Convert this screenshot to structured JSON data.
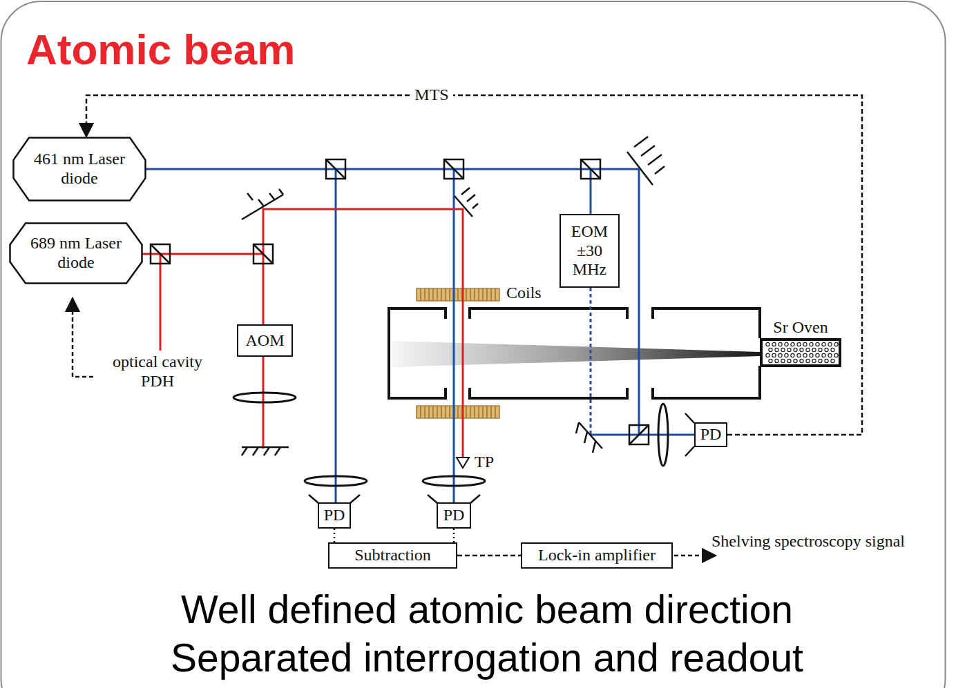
{
  "diagram": {
    "title": "Atomic beam",
    "caption": "Well defined atomic beam direction Separated interrogation and readout",
    "nodes": [
      {
        "text": [
          "461 nm Laser diode"
        ]
      },
      {
        "text": [
          "689 nm Laser diode"
        ]
      },
      {
        "text": [
          "EOM ±30 MHz"
        ]
      },
      {
        "text": [
          "AOM"
        ]
      },
      {
        "text": [
          "Sr Oven"
        ]
      },
      {
        "text": [
          "PD"
        ]
      },
      {
        "text": [
          "PD"
        ]
      },
      {
        "text": [
          "PD"
        ]
      },
      {
        "text": [
          "Subtraction"
        ]
      },
      {
        "text": [
          "Lock-in amplifier"
        ]
      }
    ],
    "edges": [
      {
        "from": 5,
        "to": 0,
        "arrow": "to",
        "label": "MTS"
      },
      {
        "from": 6,
        "to": 8,
        "arrow": "none"
      },
      {
        "from": 7,
        "to": 8,
        "arrow": "none"
      },
      {
        "from": 8,
        "to": 9,
        "arrow": "none"
      }
    ],
    "labels": [
      "Coils",
      "optical cavity PDH",
      "TP",
      "Shelving spectroscopy signal"
    ]
  }
}
